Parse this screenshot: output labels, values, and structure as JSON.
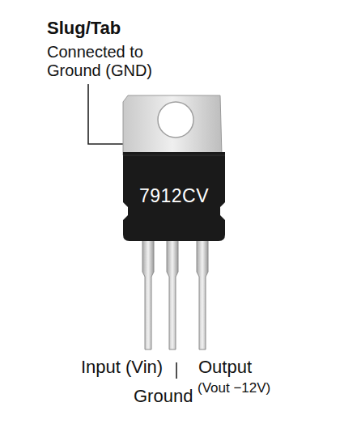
{
  "diagram": {
    "nodes": [
      {
        "text": [
          "7912CV"
        ]
      }
    ],
    "labels": [
      "Slug/Tab",
      "Connected to Ground (GND)",
      "Input (Vin)",
      "Ground",
      "Output",
      "(Vout −12V)"
    ]
  }
}
